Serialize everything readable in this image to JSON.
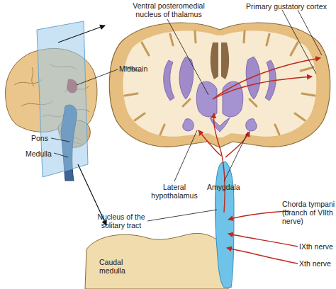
{
  "diagram": {
    "nodes": [
      {
        "text": [
          "Caudal medulla"
        ]
      }
    ],
    "labels": [
      "Ventral posteromedial nucleus of thalamus",
      "Primary gustatory cortex",
      "Midbrain",
      "Pons",
      "Medulla",
      "Lateral hypothalamus",
      "Amygdala",
      "Chorda tympani (branch of VIIth nerve)",
      "Nucleus of the solitary tract",
      "IXth nerve",
      "Xth nerve"
    ]
  }
}
